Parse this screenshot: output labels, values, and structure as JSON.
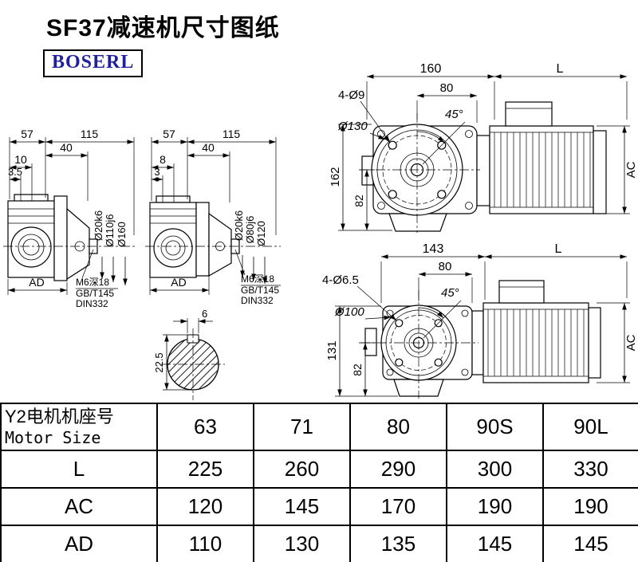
{
  "header": {
    "title": "SF37减速机尺寸图纸",
    "brand": "BOSERL"
  },
  "view1": {
    "d57": "57",
    "d115": "115",
    "d40": "40",
    "d10": "10",
    "d35": "3.5",
    "shaft": "Ø20k6",
    "spigot": "Ø110j6",
    "flange": "Ø160",
    "ad": "AD",
    "n1": "M6深18",
    "n2": "GB/T145",
    "n3": "DIN332"
  },
  "view2": {
    "d57": "57",
    "d115": "115",
    "d40": "40",
    "d8": "8",
    "d3": "3",
    "shaft": "Ø20k6",
    "spigot": "Ø80j6",
    "flange": "Ø120",
    "ad": "AD",
    "n1": "M6深18",
    "n2": "GB/T145",
    "n3": "DIN332"
  },
  "view3": {
    "w": "160",
    "l": "L",
    "d80": "80",
    "holes": "4-Ø9",
    "ang": "45°",
    "dia": "Ø130",
    "h": "162",
    "d82": "82",
    "ac": "AC"
  },
  "view4": {
    "w": "143",
    "l": "L",
    "d80": "80",
    "holes": "4-Ø6.5",
    "ang": "45°",
    "dia": "Ø100",
    "h": "131",
    "d82": "82",
    "ac": "AC"
  },
  "section": {
    "d6": "6",
    "d225": "22.5"
  },
  "table": {
    "motor_cn": "Y2电机机座号",
    "motor_en": "Motor Size",
    "sizes": [
      "63",
      "71",
      "80",
      "90S",
      "90L"
    ],
    "rows": [
      {
        "label": "L",
        "values": [
          "225",
          "260",
          "290",
          "300",
          "330"
        ]
      },
      {
        "label": "AC",
        "values": [
          "120",
          "145",
          "170",
          "190",
          "190"
        ]
      },
      {
        "label": "AD",
        "values": [
          "110",
          "130",
          "135",
          "145",
          "145"
        ]
      }
    ]
  }
}
